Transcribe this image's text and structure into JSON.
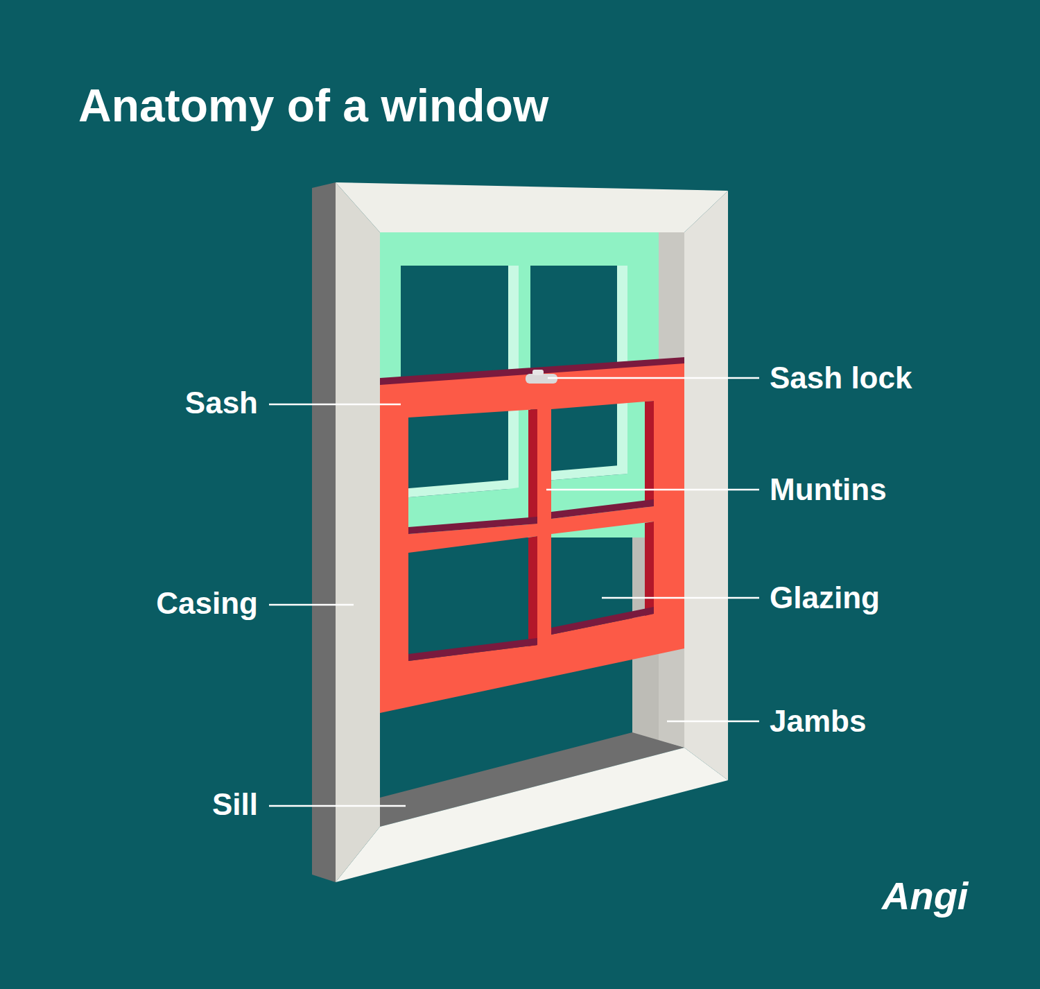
{
  "diagram": {
    "title": "Anatomy of a window",
    "labels": [
      "Sash",
      "Casing",
      "Sill",
      "Sash lock",
      "Muntins",
      "Glazing",
      "Jambs",
      "Angi"
    ]
  }
}
